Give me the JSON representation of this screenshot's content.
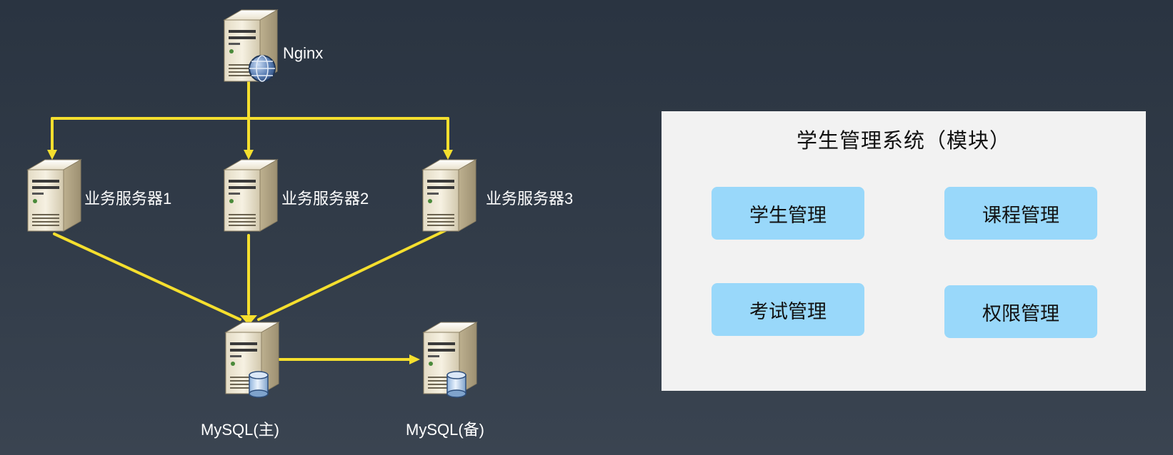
{
  "deployment": {
    "nginx": {
      "label": "Nginx",
      "icon": "web-server-icon"
    },
    "app_servers": [
      {
        "label": "业务服务器1",
        "icon": "server-icon"
      },
      {
        "label": "业务服务器2",
        "icon": "server-icon"
      },
      {
        "label": "业务服务器3",
        "icon": "server-icon"
      }
    ],
    "databases": [
      {
        "label": "MySQL(主)",
        "icon": "database-server-icon"
      },
      {
        "label": "MySQL(备)",
        "icon": "database-server-icon"
      }
    ],
    "connector_color": "#f5df2e"
  },
  "module_panel": {
    "title": "学生管理系统（模块）",
    "modules": [
      "学生管理",
      "课程管理",
      "考试管理",
      "权限管理"
    ],
    "module_color": "#99d8fa",
    "panel_color": "#f2f2f2"
  }
}
